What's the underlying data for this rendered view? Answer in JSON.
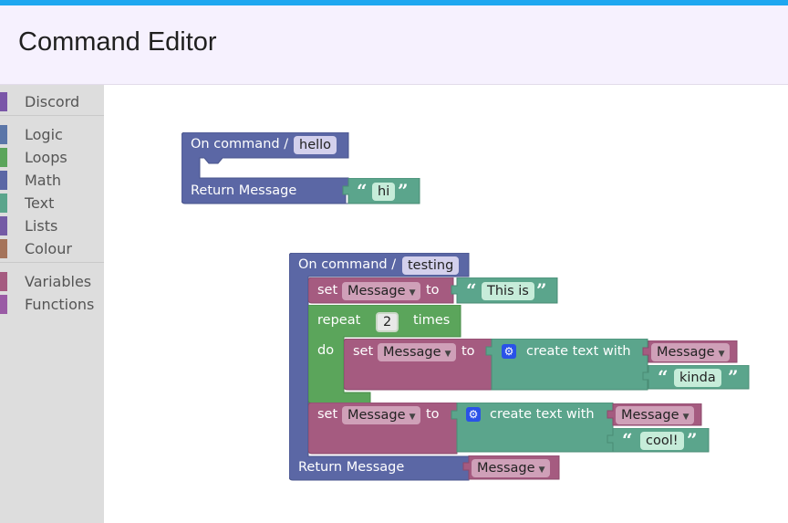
{
  "app": {
    "title": "Command Editor"
  },
  "toolbox": {
    "categories": [
      {
        "label": "Discord",
        "color": "#7a56a8"
      },
      {
        "label": "Logic",
        "color": "#5b76a8"
      },
      {
        "label": "Loops",
        "color": "#5ba55b"
      },
      {
        "label": "Math",
        "color": "#5b67a5"
      },
      {
        "label": "Text",
        "color": "#5ba58c"
      },
      {
        "label": "Lists",
        "color": "#745ba5"
      },
      {
        "label": "Colour",
        "color": "#a5745b"
      },
      {
        "label": "Variables",
        "color": "#a55b80"
      },
      {
        "label": "Functions",
        "color": "#9a5ba5"
      }
    ]
  },
  "workspace": {
    "cmd1": {
      "prefix": "On command /",
      "name": "hello",
      "return_label": "Return Message",
      "return_text": "hi"
    },
    "cmd2": {
      "prefix": "On command /",
      "name": "testing",
      "set1": {
        "set": "set",
        "var": "Message",
        "to": "to",
        "text": "This is"
      },
      "repeat": {
        "label": "repeat",
        "count": "2",
        "times": "times",
        "do": "do"
      },
      "set2": {
        "set": "set",
        "var": "Message",
        "to": "to",
        "create": "create text with",
        "item1_var": "Message",
        "item2_text": "kinda"
      },
      "set3": {
        "set": "set",
        "var": "Message",
        "to": "to",
        "create": "create text with",
        "item1_var": "Message",
        "item2_text": "cool!"
      },
      "return_label": "Return Message",
      "return_var": "Message"
    }
  },
  "colors": {
    "event": "#5b67a5",
    "variables": "#a55b80",
    "loops": "#5ba55b",
    "text": "#5ba58c",
    "topbar": "#1ea7f0"
  }
}
